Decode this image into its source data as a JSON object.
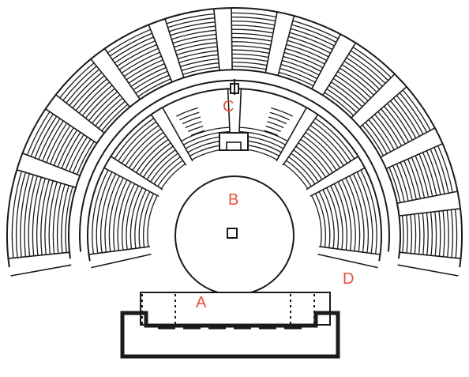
{
  "labels": {
    "a": "A",
    "b": "B",
    "c": "C",
    "d": "D"
  },
  "colors": {
    "ink": "#1a1a1a",
    "label": "#e8503a",
    "background": "#ffffff"
  }
}
